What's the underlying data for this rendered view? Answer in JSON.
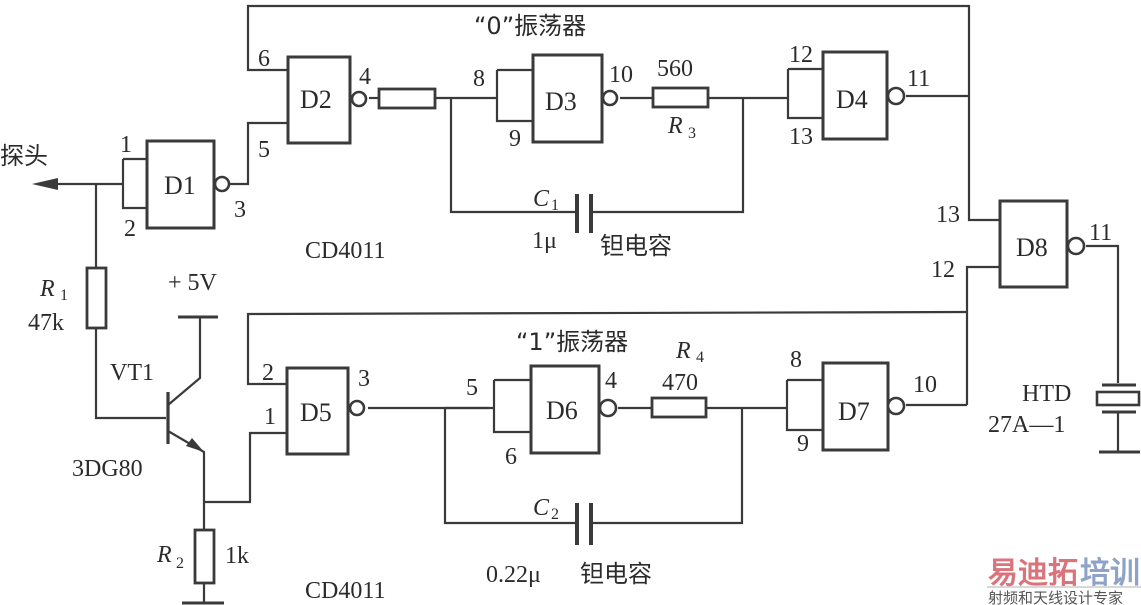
{
  "diagram": {
    "title_top": "“0”振荡器",
    "title_bottom": "“1”振荡器",
    "probe_label": "探头",
    "ic_label_top": "CD4011",
    "ic_label_bottom": "CD4011",
    "supply_label": "+ 5V",
    "gates": {
      "D1": {
        "name": "D1",
        "in1": "1",
        "in2": "2",
        "out": "3"
      },
      "D2": {
        "name": "D2",
        "in1": "6",
        "in2": "5",
        "out": "4"
      },
      "D3": {
        "name": "D3",
        "in1": "8",
        "in2": "9",
        "out": "10"
      },
      "D4": {
        "name": "D4",
        "in1": "12",
        "in2": "13",
        "out": "11"
      },
      "D5": {
        "name": "D5",
        "in1": "2",
        "in2": "1",
        "out": "3"
      },
      "D6": {
        "name": "D6",
        "in1": "5",
        "in2": "6",
        "out": "4"
      },
      "D7": {
        "name": "D7",
        "in1": "8",
        "in2": "9",
        "out": "10"
      },
      "D8": {
        "name": "D8",
        "in1": "13",
        "in2": "12",
        "out": "11"
      }
    },
    "components": {
      "R1": {
        "ref": "R",
        "sub": "1",
        "value": "47k"
      },
      "R2": {
        "ref": "R",
        "sub": "2",
        "value": "1k"
      },
      "R3": {
        "ref": "R",
        "sub": "3",
        "value": "560"
      },
      "R4": {
        "ref": "R",
        "sub": "4",
        "value": "470"
      },
      "C1": {
        "ref": "C",
        "sub": "1",
        "value": "1μ",
        "type": "钽电容"
      },
      "C2": {
        "ref": "C",
        "sub": "2",
        "value": "0.22μ",
        "type": "钽电容"
      },
      "VT1": {
        "ref": "VT1",
        "model": "3DG80"
      },
      "buzzer": {
        "ref": "HTD",
        "model": "27A—1"
      }
    }
  },
  "watermark": {
    "brand_part1": "易迪拓",
    "brand_part2": "培训",
    "tagline": "射频和天线设计专家",
    "color_part1": "#d9747c",
    "color_part2": "#8fa3c8"
  }
}
